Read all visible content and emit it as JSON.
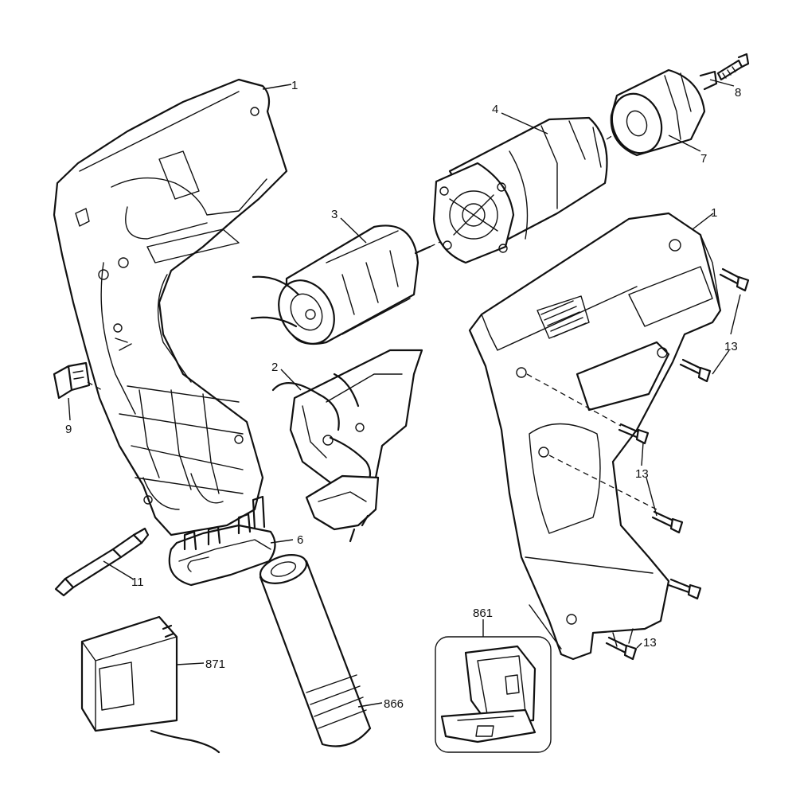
{
  "labels": {
    "housing_left": "1",
    "housing_right": "1",
    "switch": "2",
    "motor": "3",
    "gearbox": "4",
    "battery_clip": "6",
    "chuck": "7",
    "chuck_screw": "8",
    "clip": "9",
    "bit": "11",
    "screws_top": "13",
    "screws_mid": "13",
    "screws_bottom": "13",
    "case": "861",
    "battery": "866",
    "charger": "871"
  }
}
